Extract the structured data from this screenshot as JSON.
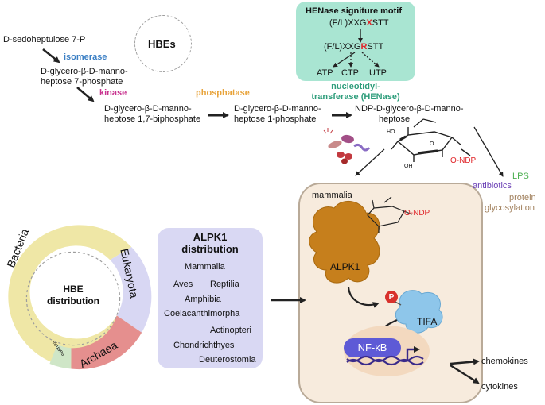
{
  "pathway": {
    "sedoheptulose": "D-sedoheptulose 7-P",
    "isomerase": "isomerase",
    "heptose7p_line1": "D-glycero-β-D-manno-",
    "heptose7p_line2": "heptose 7-phosphate",
    "kinase": "kinase",
    "biphosphate_line1": "D-glycero-β-D-manno-",
    "biphosphate_line2": "heptose 1,7-biphosphate",
    "phosphatase": "phosphatase",
    "heptose1p_line1": "D-glycero-β-D-manno-",
    "heptose1p_line2": "heptose 1-phosphate",
    "ndp_line1": "NDP-D-glycero-β-D-manno-",
    "ndp_line2": "heptose",
    "hbes": "HBEs"
  },
  "motif": {
    "title": "HENase signiture motif",
    "line1_prefix": "(F/L)XXG",
    "line1_highlight": "X",
    "line1_suffix": "STT",
    "line2_prefix": "(F/L)XXG",
    "line2_highlight": "R",
    "line2_suffix": "STT",
    "atp": "ATP",
    "ctp": "CTP",
    "utp": "UTP"
  },
  "henase": {
    "line1": "nucleotidyl-",
    "line2": "transferase (HENase)"
  },
  "structure": {
    "ndp_label": "O-NDP",
    "o_label": "O",
    "oh": "HO",
    "oh2": "OH"
  },
  "outputs": {
    "lps": "LPS",
    "antibiotics": "antibiotics",
    "glyco_line1": "protein",
    "glyco_line2": "glycosylation"
  },
  "ring": {
    "center_line1": "HBE",
    "center_line2": "distribution",
    "bacteria": "Bacteria",
    "eukaryota": "Eukaryota",
    "archaea": "Archaea",
    "viruses": "viruses"
  },
  "alpk1": {
    "title_line1": "ALPK1",
    "title_line2": "distribution",
    "taxa": [
      "Mammalia",
      "Aves",
      "Reptilia",
      "Amphibia",
      "Coelacanthimorpha",
      "Actinopteri",
      "Chondrichthyes",
      "Deuterostomia"
    ]
  },
  "cell": {
    "mammalia": "mammalia",
    "alpk1": "ALPK1",
    "p": "P",
    "tifa": "TIFA",
    "nfkb": "NF-κB",
    "ndp": "O-NDP",
    "chemokines": "chemokines",
    "cytokines": "cytokines"
  },
  "colors": {
    "isomerase": "#3b7fc4",
    "kinase": "#c8338f",
    "phosphatase": "#e8a33a",
    "henase": "#2f9e7c",
    "motif_bg": "#a9e5d2",
    "highlight": "#e0262a",
    "lps": "#4caf50",
    "antibiotics": "#6a3fb5",
    "glycosylation": "#a07f5b",
    "bacteria": "#efe7a6",
    "eukaryota": "#d8d7f3",
    "archaea": "#e58f8e",
    "viruses": "#cfe6c7",
    "alpk1_protein": "#c67f1c",
    "tifa": "#8ec6ea",
    "nfkb": "#5e5ad6"
  }
}
